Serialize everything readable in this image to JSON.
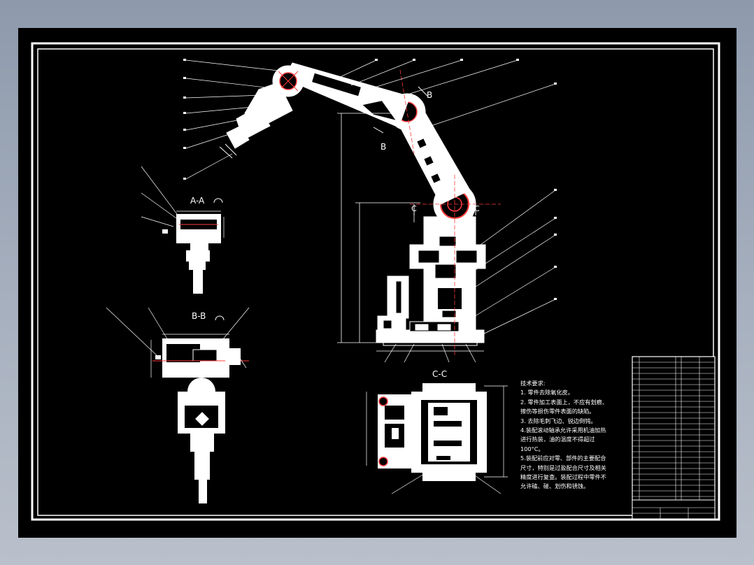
{
  "drawing": {
    "section_labels": {
      "aa": "A-A",
      "bb": "B-B",
      "cc": "C-C",
      "b_mark": "B",
      "c_mark": "C"
    },
    "technical_requirements": {
      "title": "技术要求:",
      "lines": [
        "1. 零件去除氧化皮。",
        "2. 零件加工表面上，不应有划痕、",
        "擦伤等损伤零件表面的缺陷。",
        "3. 去除毛刺飞边、锐边倒钝。",
        "4.装配滚动轴承允许采用机油加热",
        "进行热装，油的温度不得超过",
        "100°C。",
        "5.装配前应对零、部件的主要配合",
        "尺寸，特别是过盈配合尺寸及相关",
        "精度进行复查。装配过程中零件不",
        "允许磕、碰、划伤和锈蚀。"
      ]
    },
    "colors": {
      "paper": "#000000",
      "line": "#ffffff",
      "center_line": "#ff3b3b",
      "background": "#9aa4b4"
    }
  }
}
